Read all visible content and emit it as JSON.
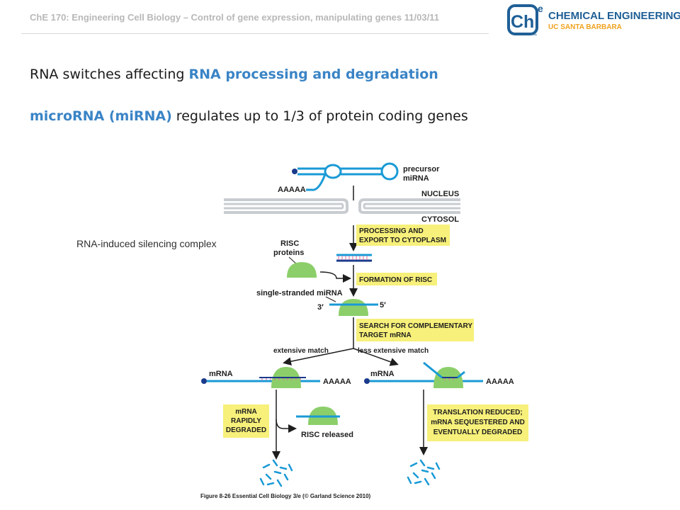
{
  "header": {
    "course_title": "ChE 170: Engineering Cell Biology – Control of gene expression, manipulating genes 11/03/11"
  },
  "logo": {
    "mark_text": "Ch",
    "mark_superscript": "e",
    "mark_tm": "™",
    "line1": "CHEMICAL ENGINEERING",
    "line2": "UC SANTA BARBARA",
    "colors": {
      "blue": "#1f5f96",
      "orange": "#f0a21e"
    }
  },
  "slide": {
    "line1_pre": "RNA switches affecting ",
    "line1_highlight": "RNA processing and degradation",
    "line2_highlight": "microRNA (miRNA)",
    "line2_post": " regulates up to 1/3 of protein coding genes",
    "highlight_color": "#3a84c6"
  },
  "annotation": {
    "risc_note": "RNA-induced silencing complex"
  },
  "figure": {
    "labels": {
      "precursor": "precursor",
      "mirna": "miRNA",
      "aaaaa": "AAAAA",
      "nucleus": "NUCLEUS",
      "cytosol": "CYTOSOL",
      "risc": "RISC",
      "proteins": "proteins",
      "single_stranded": "single-stranded miRNA",
      "three_prime": "3′",
      "five_prime": "5′",
      "extensive_match": "extensive match",
      "less_extensive_match": "less extensive match",
      "mrna": "mRNA",
      "risc_released": "RISC released"
    },
    "steps": {
      "processing_1": "PROCESSING AND",
      "processing_2": "EXPORT TO CYTOPLASM",
      "formation": "FORMATION OF RISC",
      "search_1": "SEARCH FOR COMPLEMENTARY",
      "search_2": "TARGET mRNA",
      "degraded_1": "mRNA",
      "degraded_2": "RAPIDLY",
      "degraded_3": "DEGRADED",
      "reduced_1": "TRANSLATION REDUCED;",
      "reduced_2": "mRNA SEQUESTERED AND",
      "reduced_3": "EVENTUALLY DEGRADED"
    },
    "caption": "Figure 8-26 Essential Cell Biology 3/e (© Garland Science 2010)",
    "colors": {
      "rna": "#1a9ad6",
      "strand_dark": "#1a3a8c",
      "protein": "#8ccf6a",
      "box": "#f7f07a",
      "membrane": "#c8ccd0",
      "pink": "#e06a9a"
    }
  }
}
